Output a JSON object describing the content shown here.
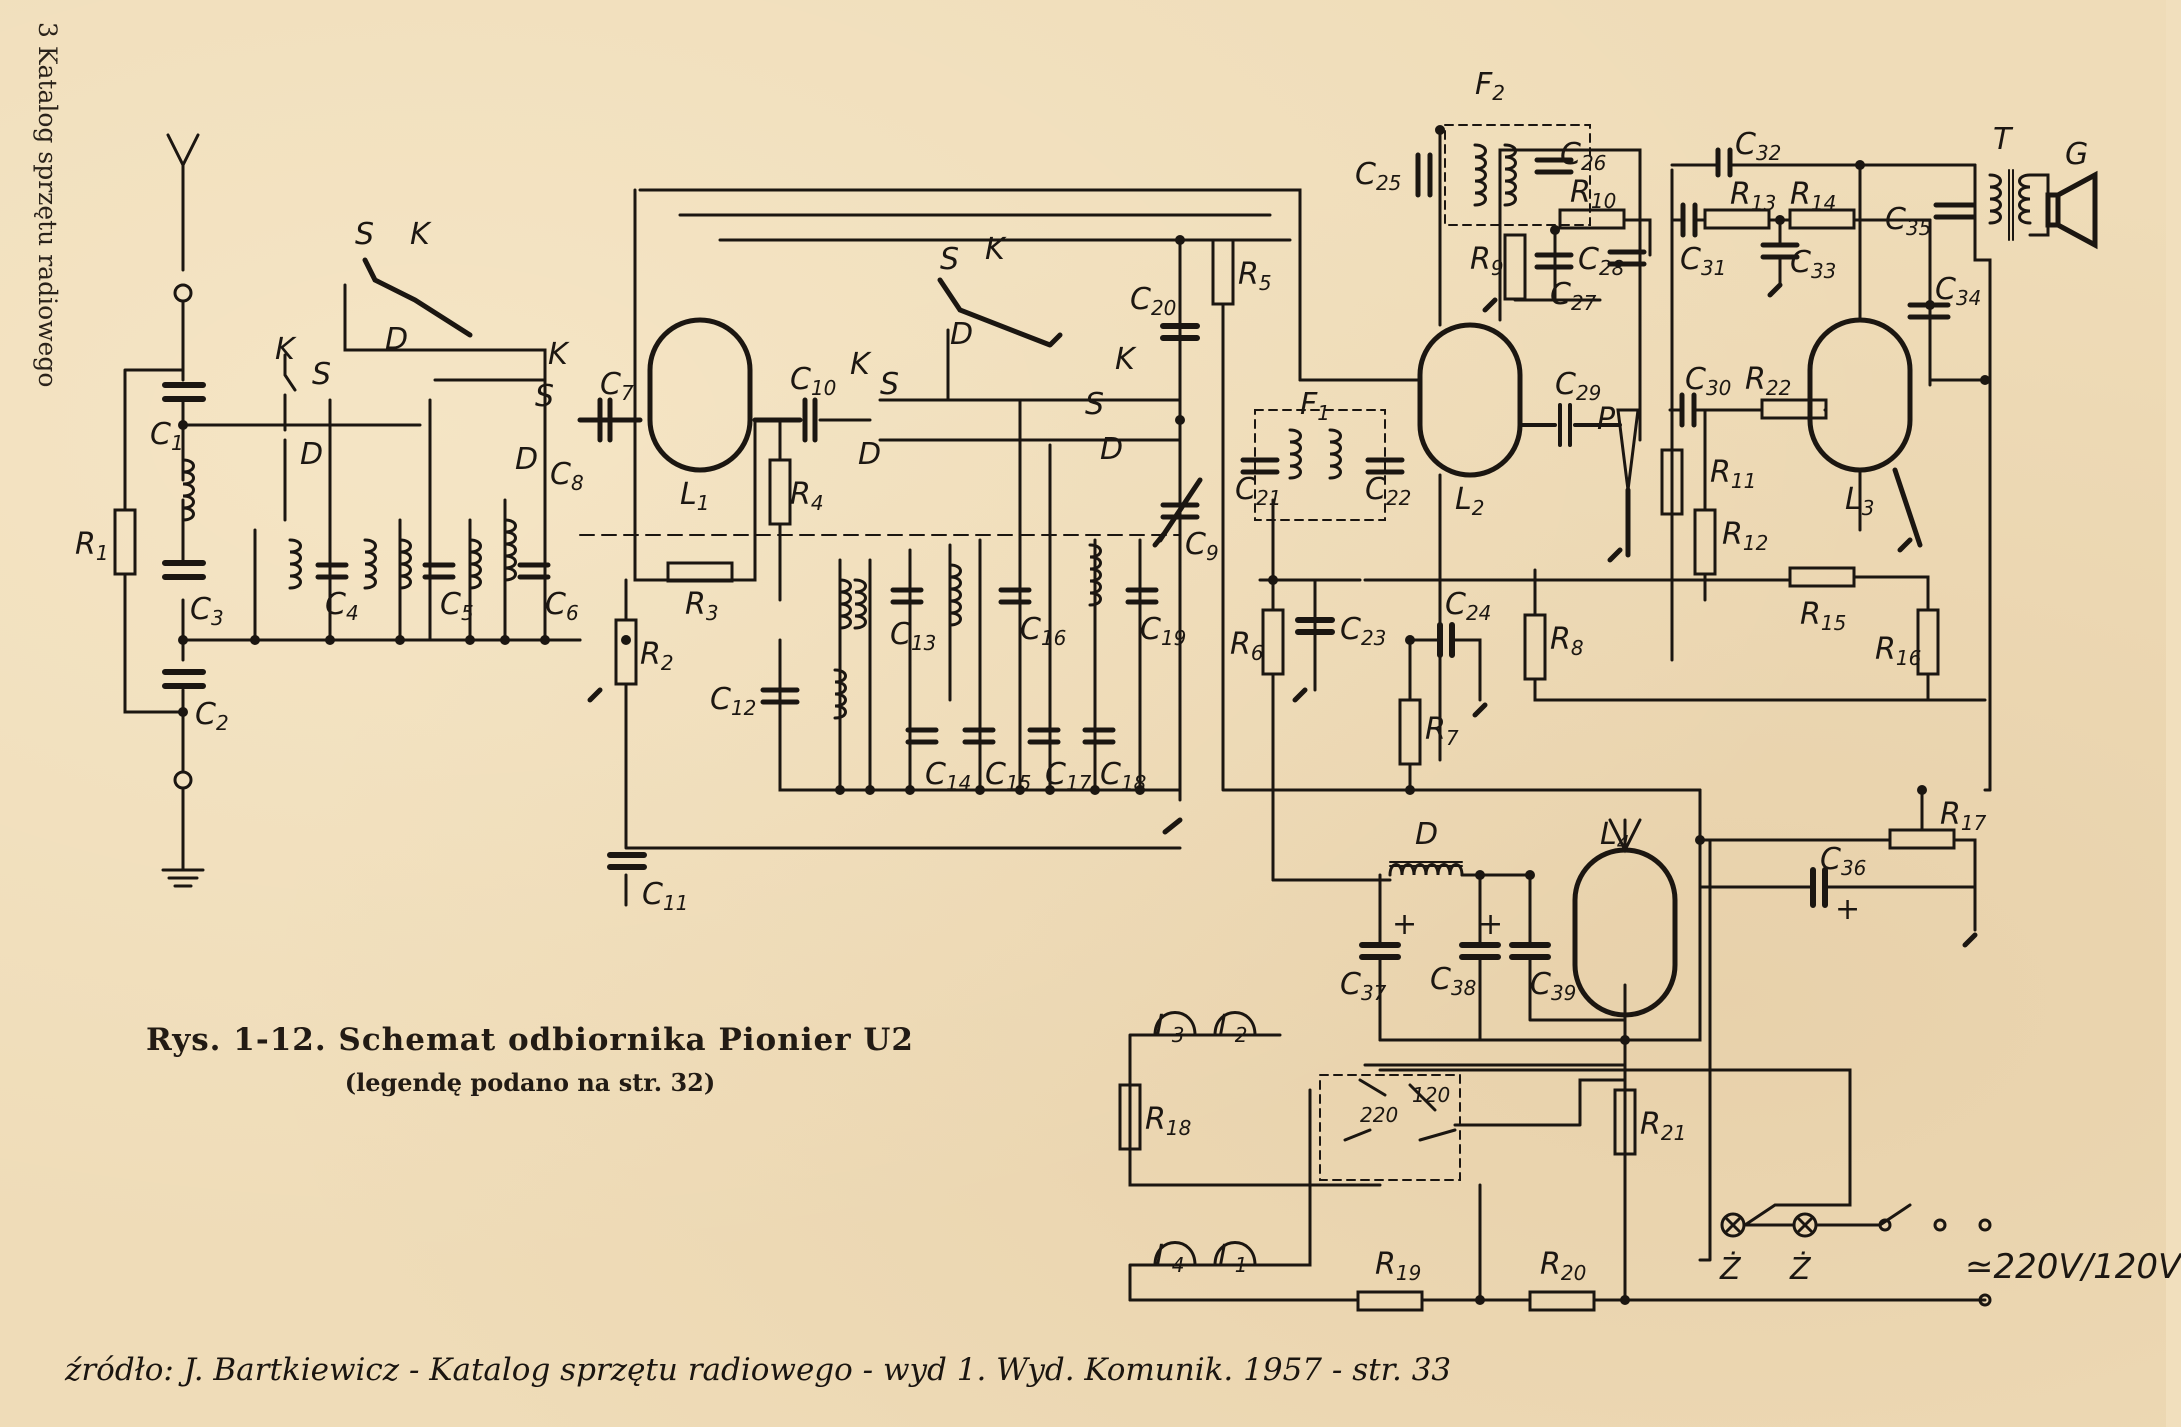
{
  "side_text": "3 Katalog sprzętu radiowego",
  "caption": {
    "title": "Rys. 1-12. Schemat odbiornika Pionier U2",
    "subtitle": "(legendę podano na str. 32)"
  },
  "source_note": "źródło: J. Bartkiewicz - Katalog sprzętu radiowego - wyd 1. Wyd. Komunik. 1957 - str. 33",
  "mains_label": "≃220V/120V",
  "labels": {
    "c1": "C1",
    "c2": "C2",
    "c3": "C3",
    "c4": "C4",
    "c5": "C5",
    "c6": "C6",
    "c7": "C7",
    "c8": "C8",
    "c9": "C9",
    "c10": "C10",
    "c11": "C11",
    "c12": "C12",
    "c13": "C13",
    "c14": "C14",
    "c15": "C15",
    "c16": "C16",
    "c17": "C17",
    "c18": "C18",
    "c19": "C19",
    "c20": "C20",
    "c21": "C21",
    "c22": "C22",
    "c23": "C23",
    "c24": "C24",
    "c25": "C25",
    "c26": "C26",
    "c27": "C27",
    "c28": "C28",
    "c29": "C29",
    "c30": "C30",
    "c31": "C31",
    "c32": "C32",
    "c33": "C33",
    "c34": "C34",
    "c35": "C35",
    "c36": "C36",
    "c37": "C37",
    "c38": "C38",
    "c39": "C39",
    "r1": "R1",
    "r2": "R2",
    "r3": "R3",
    "r4": "R4",
    "r5": "R5",
    "r6": "R6",
    "r7": "R7",
    "r8": "R8",
    "r9": "R9",
    "r10": "R10",
    "r11": "R11",
    "r12": "R12",
    "r13": "R13",
    "r14": "R14",
    "r15": "R15",
    "r16": "R16",
    "r17": "R17",
    "r18": "R18",
    "r19": "R19",
    "r20": "R20",
    "r21": "R21",
    "r22": "R22",
    "l1": "L1",
    "l2": "L2",
    "l3": "L3",
    "l4": "L4",
    "l1b": "L1",
    "l2b": "L2",
    "l3b": "L3",
    "l4b": "L4",
    "f1": "F1",
    "f2": "F2",
    "d": "D",
    "t": "T",
    "g": "G",
    "p": "P",
    "s1": "S",
    "k1": "K",
    "s2": "S",
    "k2": "K",
    "s3": "S",
    "k3": "K",
    "s4": "S",
    "k4": "K",
    "s5": "S",
    "k5": "K",
    "s6": "S",
    "k6": "K",
    "d1": "D",
    "d2": "D",
    "d3": "D",
    "d4": "D",
    "d5": "D",
    "d6": "D",
    "sw220": "220",
    "sw120": "120",
    "z1": "Ż",
    "z2": "Ż",
    "plus1": "+",
    "plus2": "+",
    "plus3": "+"
  }
}
